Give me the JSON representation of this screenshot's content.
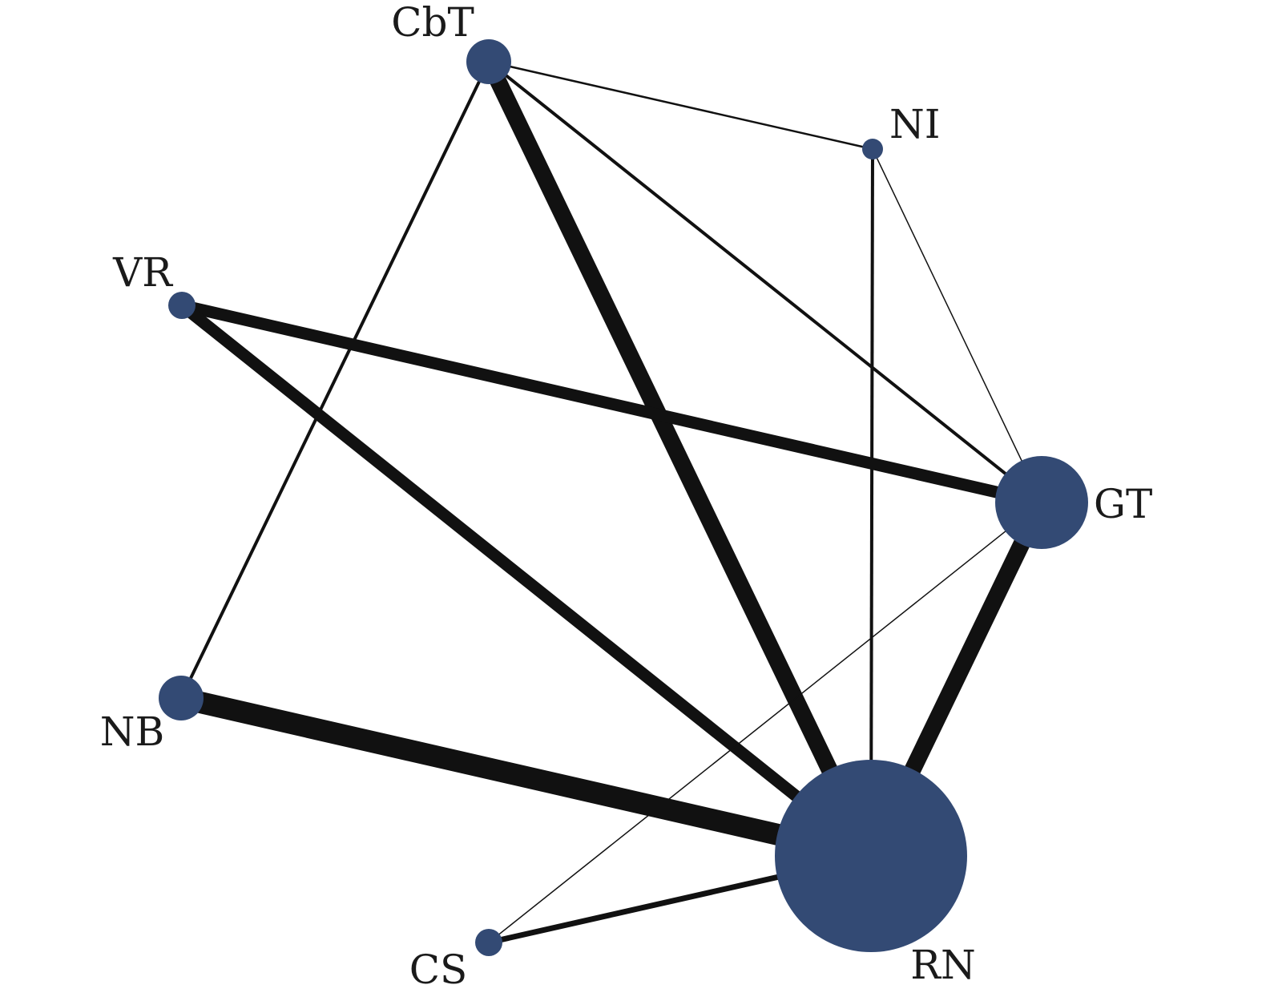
{
  "diagram": {
    "type": "network-meta-analysis-graph",
    "node_color": "#334a74",
    "edge_color": "#111111",
    "nodes": [
      {
        "id": "CbT",
        "label": "CbT",
        "size": "small-medium"
      },
      {
        "id": "NI",
        "label": "NI",
        "size": "smallest"
      },
      {
        "id": "VR",
        "label": "VR",
        "size": "small"
      },
      {
        "id": "GT",
        "label": "GT",
        "size": "large"
      },
      {
        "id": "NB",
        "label": "NB",
        "size": "small-medium"
      },
      {
        "id": "CS",
        "label": "CS",
        "size": "small"
      },
      {
        "id": "RN",
        "label": "RN",
        "size": "largest"
      }
    ],
    "edges": [
      {
        "from": "CbT",
        "to": "NI",
        "weight": "thin"
      },
      {
        "from": "CbT",
        "to": "GT",
        "weight": "medium-thin"
      },
      {
        "from": "CbT",
        "to": "RN",
        "weight": "thick"
      },
      {
        "from": "CbT",
        "to": "NB",
        "weight": "medium-thin"
      },
      {
        "from": "NI",
        "to": "GT",
        "weight": "hairline"
      },
      {
        "from": "NI",
        "to": "RN",
        "weight": "medium-thin"
      },
      {
        "from": "VR",
        "to": "GT",
        "weight": "medium-thick"
      },
      {
        "from": "VR",
        "to": "RN",
        "weight": "medium-thick"
      },
      {
        "from": "GT",
        "to": "RN",
        "weight": "thick"
      },
      {
        "from": "GT",
        "to": "CS",
        "weight": "hairline"
      },
      {
        "from": "NB",
        "to": "RN",
        "weight": "thickest"
      },
      {
        "from": "CS",
        "to": "RN",
        "weight": "medium"
      }
    ]
  }
}
